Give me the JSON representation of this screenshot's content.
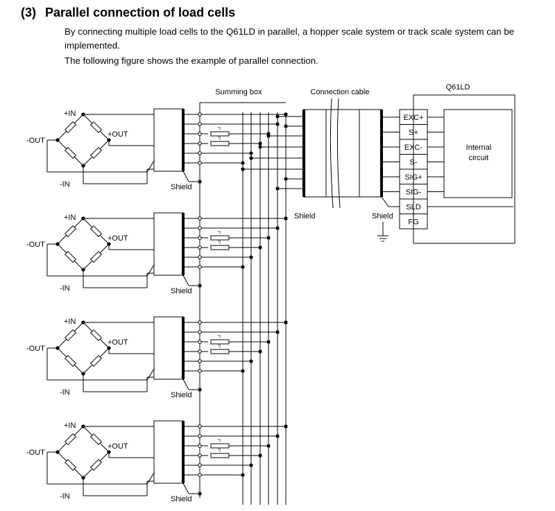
{
  "section": {
    "number": "(3)",
    "title": "Parallel connection of load cells",
    "paragraph_1a": "By connecting multiple load cells to the Q61LD in parallel, a hopper scale system or track scale system can be",
    "paragraph_1b": "implemented.",
    "paragraph_2": "The following figure shows the example of parallel connection."
  },
  "diagram": {
    "summing_box_label": "Summing box",
    "connection_cable_label": "Connection cable",
    "module_label": "Q61LD",
    "internal_circuit_line1": "Internal",
    "internal_circuit_line2": "circuit",
    "terminals": [
      "EXC+",
      "S+",
      "EXC-",
      "S-",
      "SIG+",
      "SIG-",
      "SLD",
      "FG"
    ],
    "load_cell_labels": {
      "in_plus": "+IN",
      "in_minus": "-IN",
      "out_plus": "+OUT",
      "out_minus": "-OUT"
    },
    "shield_label": "Shield",
    "resistor_note": "*1",
    "load_cell_count": 4
  }
}
